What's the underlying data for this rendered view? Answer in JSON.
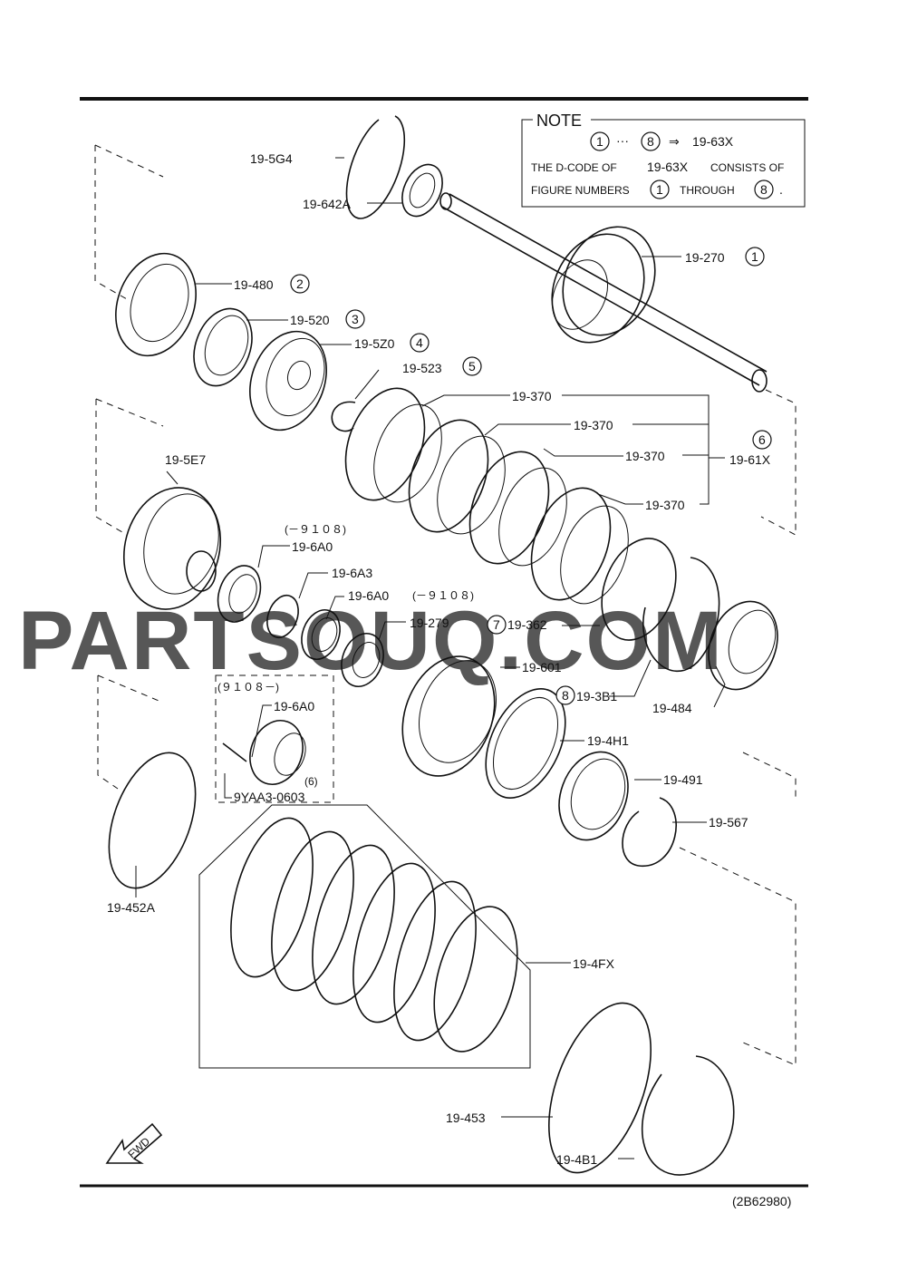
{
  "note": {
    "title": "NOTE",
    "range_from": "1",
    "range_dots": "···",
    "range_to": "8",
    "arrow": "⇒",
    "range_target": "19-63X",
    "line2_a": "THE D-CODE OF",
    "line2_b": "19-63X",
    "line2_c": "CONSISTS OF",
    "line3_a": "FIGURE NUMBERS",
    "line3_from": "1",
    "line3_b": "THROUGH",
    "line3_to": "8",
    "line3_end": "."
  },
  "parts": {
    "p5g4": "19-5G4",
    "p642a": "19-642A",
    "p270": "19-270",
    "p270_num": "1",
    "p480": "19-480",
    "p480_num": "2",
    "p520": "19-520",
    "p520_num": "3",
    "p5z0": "19-5Z0",
    "p5z0_num": "4",
    "p523": "19-523",
    "p523_num": "5",
    "p370a": "19-370",
    "p370b": "19-370",
    "p370c": "19-370",
    "p370d": "19-370",
    "p61x_num": "6",
    "p61x": "19-61X",
    "p5e7": "19-5E7",
    "p6a0_range": "(－９１０８)",
    "p6a0": "19-6A0",
    "p6a3": "19-6A3",
    "p6a0b": "19-6A0",
    "p6a0b_range": "(－９１０８)",
    "p279": "19-279",
    "p362_num": "7",
    "p362": "19-362",
    "p601": "19-601",
    "p3b1_num": "8",
    "p3b1": "19-3B1",
    "p484": "19-484",
    "inset_range": "(９１０８－)",
    "p6a0c": "19-6A0",
    "inset_qty": "(6)",
    "p9yaa3": "9YAA3-0603",
    "p4h1": "19-4H1",
    "p491": "19-491",
    "p567": "19-567",
    "p452a": "19-452A",
    "p4fx": "19-4FX",
    "p453": "19-453",
    "p4b1": "19-4B1"
  },
  "fwd_label": "FWD",
  "diagram_code": "(2B62980)",
  "watermark": "PARTSOUQ.COM"
}
